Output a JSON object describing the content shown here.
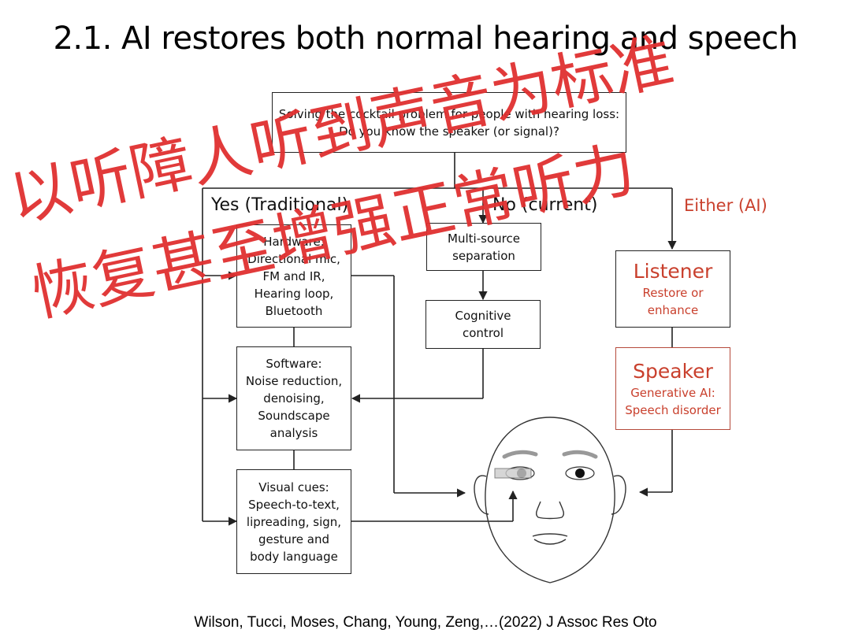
{
  "slide": {
    "title": "2.1. AI restores both normal hearing and speech",
    "citation": "Wilson, Tucci, Moses, Chang, Young, Zeng,…(2022) J Assoc Res Oto"
  },
  "diagram": {
    "question": {
      "line1": "Solving the cocktail problem for people with hearing loss:",
      "line2": "Do you know the speaker (or signal)?"
    },
    "branches": {
      "yes": "Yes (Traditional)",
      "no": "No (current)",
      "either": "Either (AI)"
    },
    "hardware": [
      "Hardware:",
      "Directional mic,",
      "FM and IR,",
      "Hearing loop,",
      "Bluetooth"
    ],
    "software": [
      "Software:",
      "Noise reduction,",
      "denoising,",
      "Soundscape",
      "analysis"
    ],
    "visual": [
      "Visual cues:",
      "Speech-to-text,",
      "lipreading, sign,",
      "gesture and",
      "body language"
    ],
    "multisource": [
      "Multi-source",
      "separation"
    ],
    "cognitive": [
      "Cognitive",
      "control"
    ],
    "listener": {
      "title": "Listener",
      "lines": [
        "Restore or",
        "enhance"
      ]
    },
    "speaker": {
      "title": "Speaker",
      "lines": [
        "Generative AI:",
        "Speech disorder"
      ]
    }
  },
  "overlay_text": {
    "line1": "以听障人听到声音为标准",
    "line2": "恢复甚至增强正常听力"
  },
  "colors": {
    "accent_red": "#c9402d",
    "overlay_red": "#e03030",
    "line": "#222222"
  }
}
